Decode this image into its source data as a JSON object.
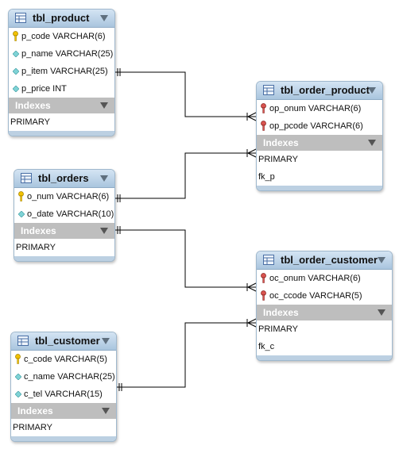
{
  "tables": {
    "product": {
      "name": "tbl_product",
      "columns": [
        {
          "name": "p_code VARCHAR(6)",
          "key": "primary"
        },
        {
          "name": "p_name VARCHAR(25)",
          "key": "none"
        },
        {
          "name": "p_item VARCHAR(25)",
          "key": "none"
        },
        {
          "name": "p_price INT",
          "key": "none"
        }
      ],
      "indexes_label": "Indexes",
      "indexes": [
        "PRIMARY"
      ]
    },
    "order_product": {
      "name": "tbl_order_product",
      "columns": [
        {
          "name": "op_onum VARCHAR(6)",
          "key": "foreign"
        },
        {
          "name": "op_pcode VARCHAR(6)",
          "key": "foreign"
        }
      ],
      "indexes_label": "Indexes",
      "indexes": [
        "PRIMARY",
        "fk_p"
      ]
    },
    "orders": {
      "name": "tbl_orders",
      "columns": [
        {
          "name": "o_num VARCHAR(6)",
          "key": "primary"
        },
        {
          "name": "o_date VARCHAR(10)",
          "key": "none"
        }
      ],
      "indexes_label": "Indexes",
      "indexes": [
        "PRIMARY"
      ]
    },
    "order_customer": {
      "name": "tbl_order_customer",
      "columns": [
        {
          "name": "oc_onum VARCHAR(6)",
          "key": "foreign"
        },
        {
          "name": "oc_ccode VARCHAR(5)",
          "key": "foreign"
        }
      ],
      "indexes_label": "Indexes",
      "indexes": [
        "PRIMARY",
        "fk_c"
      ]
    },
    "customer": {
      "name": "tbl_customer",
      "columns": [
        {
          "name": "c_code VARCHAR(5)",
          "key": "primary"
        },
        {
          "name": "c_name VARCHAR(25)",
          "key": "none"
        },
        {
          "name": "c_tel VARCHAR(15)",
          "key": "none"
        }
      ],
      "indexes_label": "Indexes",
      "indexes": [
        "PRIMARY"
      ]
    }
  },
  "colors": {
    "header_top": "#d4e4f3",
    "header_bottom": "#a9c5de",
    "indexes_bar": "#bebebe",
    "primary_key": "#f2c200",
    "foreign_key": "#d9534f",
    "column_diamond": "#7fd3d6",
    "connector": "#000000"
  },
  "relationships": [
    {
      "from": "tbl_product",
      "to": "tbl_order_product",
      "from_end": "one-mandatory",
      "to_end": "many-mandatory"
    },
    {
      "from": "tbl_orders",
      "to": "tbl_order_product",
      "from_end": "one-mandatory",
      "to_end": "many-mandatory"
    },
    {
      "from": "tbl_orders",
      "to": "tbl_order_customer",
      "from_end": "one-mandatory",
      "to_end": "many-mandatory"
    },
    {
      "from": "tbl_customer",
      "to": "tbl_order_customer",
      "from_end": "one-mandatory",
      "to_end": "many-mandatory"
    }
  ]
}
